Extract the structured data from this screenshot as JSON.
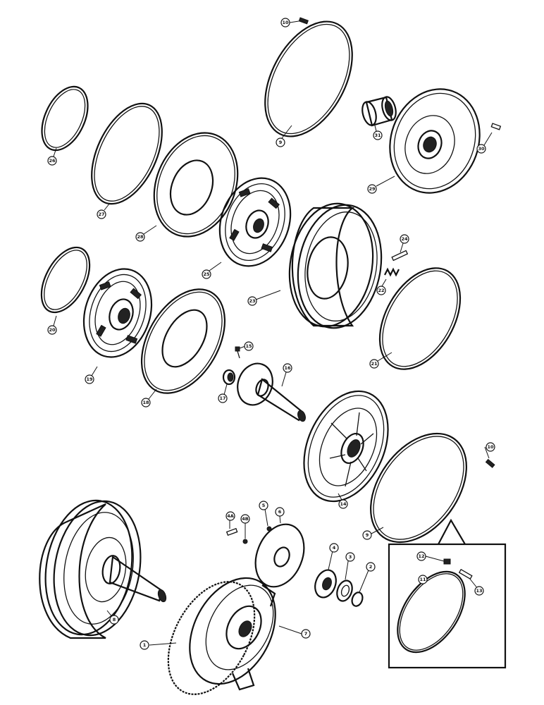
{
  "callouts": [
    {
      "id": "c-10-top",
      "label": "10"
    },
    {
      "id": "c-9-top",
      "label": "9"
    },
    {
      "id": "c-31",
      "label": "31"
    },
    {
      "id": "c-30",
      "label": "30"
    },
    {
      "id": "c-29",
      "label": "29"
    },
    {
      "id": "c-26",
      "label": "26"
    },
    {
      "id": "c-27",
      "label": "27"
    },
    {
      "id": "c-28",
      "label": "28"
    },
    {
      "id": "c-25",
      "label": "25"
    },
    {
      "id": "c-24",
      "label": "24"
    },
    {
      "id": "c-22",
      "label": "22"
    },
    {
      "id": "c-23",
      "label": "23"
    },
    {
      "id": "c-20",
      "label": "20"
    },
    {
      "id": "c-19",
      "label": "19"
    },
    {
      "id": "c-18",
      "label": "18"
    },
    {
      "id": "c-21",
      "label": "21"
    },
    {
      "id": "c-15",
      "label": "15"
    },
    {
      "id": "c-16",
      "label": "16"
    },
    {
      "id": "c-17",
      "label": "17"
    },
    {
      "id": "c-14",
      "label": "14"
    },
    {
      "id": "c-10-right",
      "label": "10"
    },
    {
      "id": "c-9-right",
      "label": "9"
    },
    {
      "id": "c-4a",
      "label": "4A"
    },
    {
      "id": "c-4b",
      "label": "4B"
    },
    {
      "id": "c-5",
      "label": "5"
    },
    {
      "id": "c-6",
      "label": "6"
    },
    {
      "id": "c-4",
      "label": "4"
    },
    {
      "id": "c-3",
      "label": "3"
    },
    {
      "id": "c-2",
      "label": "2"
    },
    {
      "id": "c-8",
      "label": "8"
    },
    {
      "id": "c-1",
      "label": "1"
    },
    {
      "id": "c-7",
      "label": "7"
    },
    {
      "id": "c-12",
      "label": "12"
    },
    {
      "id": "c-11",
      "label": "11"
    },
    {
      "id": "c-13",
      "label": "13"
    }
  ]
}
